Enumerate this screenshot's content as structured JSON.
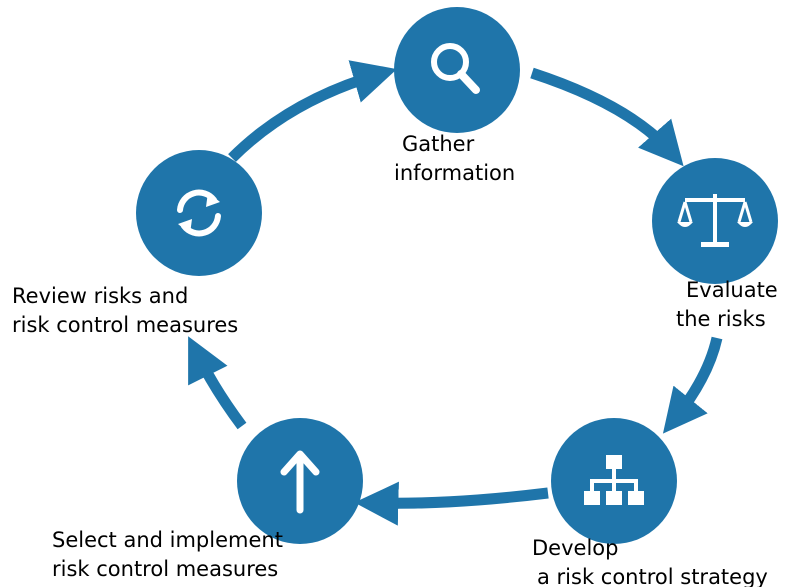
{
  "colors": {
    "node_fill": "#1f75aa",
    "arrow": "#1f75aa",
    "icon": "#ffffff",
    "text": "#000000"
  },
  "steps": [
    {
      "icon": "search-icon",
      "label_lines": [
        "Gather",
        "information"
      ]
    },
    {
      "icon": "scales-icon",
      "label_lines": [
        "Evaluate",
        "the risks"
      ]
    },
    {
      "icon": "hierarchy-icon",
      "label_lines": [
        "Develop",
        "a risk control strategy"
      ]
    },
    {
      "icon": "arrow-up-icon",
      "label_lines": [
        "Select and implement",
        "risk control measures"
      ]
    },
    {
      "icon": "refresh-icon",
      "label_lines": [
        "Review risks and",
        "risk control measures"
      ]
    }
  ]
}
